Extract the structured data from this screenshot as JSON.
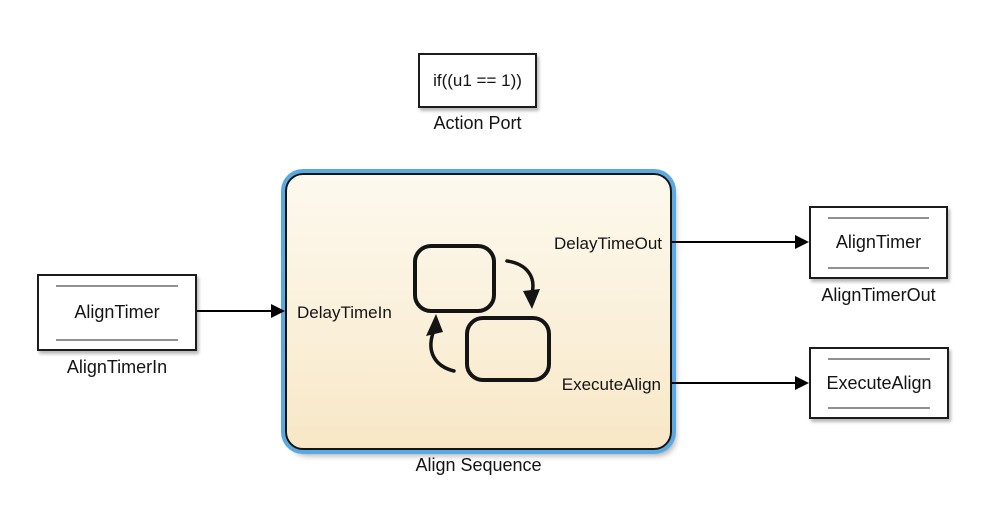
{
  "diagram": {
    "action_port": {
      "expression": "if((u1 == 1))",
      "label": "Action Port"
    },
    "chart": {
      "label": "Align Sequence",
      "ports": {
        "input": "DelayTimeIn",
        "output_top": "DelayTimeOut",
        "output_bottom": "ExecuteAlign"
      },
      "icon": "stateflow-two-state-cycle-icon",
      "border_color": "#5aa9e3",
      "fill_top_color": "#fdf9ee",
      "fill_bottom_color": "#f8e7c6"
    },
    "blocks": {
      "inport": {
        "text": "AlignTimer",
        "label": "AlignTimerIn"
      },
      "outport_top": {
        "text": "AlignTimer",
        "label": "AlignTimerOut"
      },
      "outport_bottom": {
        "text": "ExecuteAlign"
      }
    },
    "wire_color": "#000000",
    "block_stripe_color": "#919191"
  }
}
